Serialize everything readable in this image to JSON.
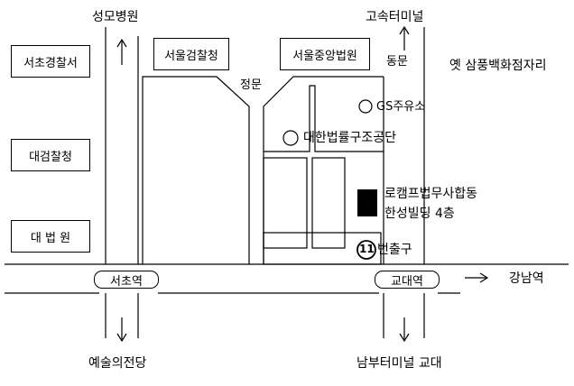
{
  "labels": {
    "top_left": "성모병원",
    "top_right": "고속터미널",
    "right_top": "옛 삼풍백화점자리",
    "main_gate": "정문",
    "east_gate": "동문",
    "gs_station": "GS주유소",
    "legal_aid": "대한법률구조공단",
    "office_line1": "로캠프법무사합동",
    "office_line2": "한성빌딩 4층",
    "exit": "번출구",
    "exit_number": "11",
    "gangnam": "강남역",
    "bottom_left": "예술의전당",
    "bottom_right": "남부터미널 교대"
  },
  "buildings": {
    "police": "서초경찰서",
    "prosecution_office": "서울검찰청",
    "supreme_prosecution": "대검찰청",
    "supreme_court": "대 법 원",
    "central_court": "서울중앙법원"
  },
  "stations": {
    "seocho": "서초역",
    "gyodae": "교대역"
  }
}
